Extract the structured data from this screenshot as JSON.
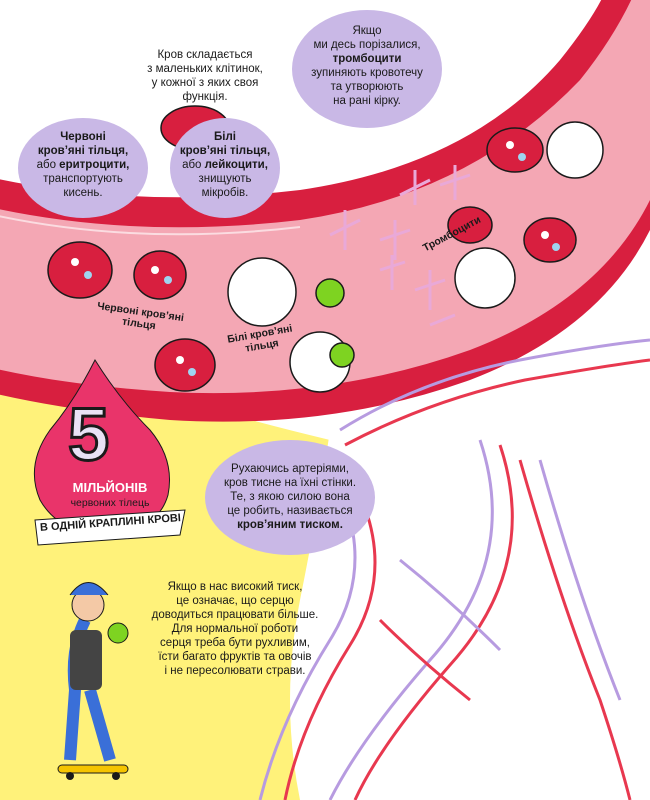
{
  "intro": {
    "line1": "Кров складається",
    "line2": "з маленьких клітинок,",
    "line3": "у кожної з яких своя",
    "line4": "функція."
  },
  "red_bubble": {
    "line1": "Червоні",
    "line2": "кров’яні тільця,",
    "line3_pre": "або ",
    "line3_bold": "еритроцити,",
    "line4": "транспортують",
    "line5": "кисень."
  },
  "white_bubble": {
    "line1": "Білі",
    "line2": "кров’яні тільця,",
    "line3_pre": "або ",
    "line3_bold": "лейкоцити,",
    "line4": "знищують",
    "line5": "мікробів."
  },
  "platelet_bubble": {
    "line1": "Якщо",
    "line2": "ми десь порізалися,",
    "line3": "тромбоцити",
    "line4": "зупиняють кровотечу",
    "line5": "та утворюють",
    "line6": "на рані кірку."
  },
  "labels": {
    "red_cells": "Червоні кров’яні",
    "red_cells2": "тільця",
    "white_cells": "Білі кров’яні",
    "white_cells2": "тільця",
    "platelets": "Тромбоцити"
  },
  "drop": {
    "number": "5",
    "millions": "МІЛЬЙОНІВ",
    "subtitle": "червоних тілець",
    "banner": "В ОДНІЙ КРАПЛИНІ КРОВІ"
  },
  "pressure_bubble": {
    "line1": "Рухаючись артеріями,",
    "line2": "кров тисне на їхні стінки.",
    "line3": "Те, з якою силою вона",
    "line4": "це робить, називається",
    "line5": "кров’яним тиском."
  },
  "advice": {
    "line1": "Якщо в нас високий тиск,",
    "line2": "це означає, що серцю",
    "line3": "доводиться працювати більше.",
    "line4": "Для нормальної роботи",
    "line5": "серця треба бути рухливим,",
    "line6": "їсти багато фруктів та овочів",
    "line7": "і не пересолювати страви."
  },
  "colors": {
    "vessel_wall": "#d81f3f",
    "vessel_inner": "#f4a7b4",
    "drop": "#e9346a",
    "bubble": "#c9b8e6",
    "yellow": "#fff27a",
    "vein": "#b79be0",
    "artery": "#e8384f"
  }
}
